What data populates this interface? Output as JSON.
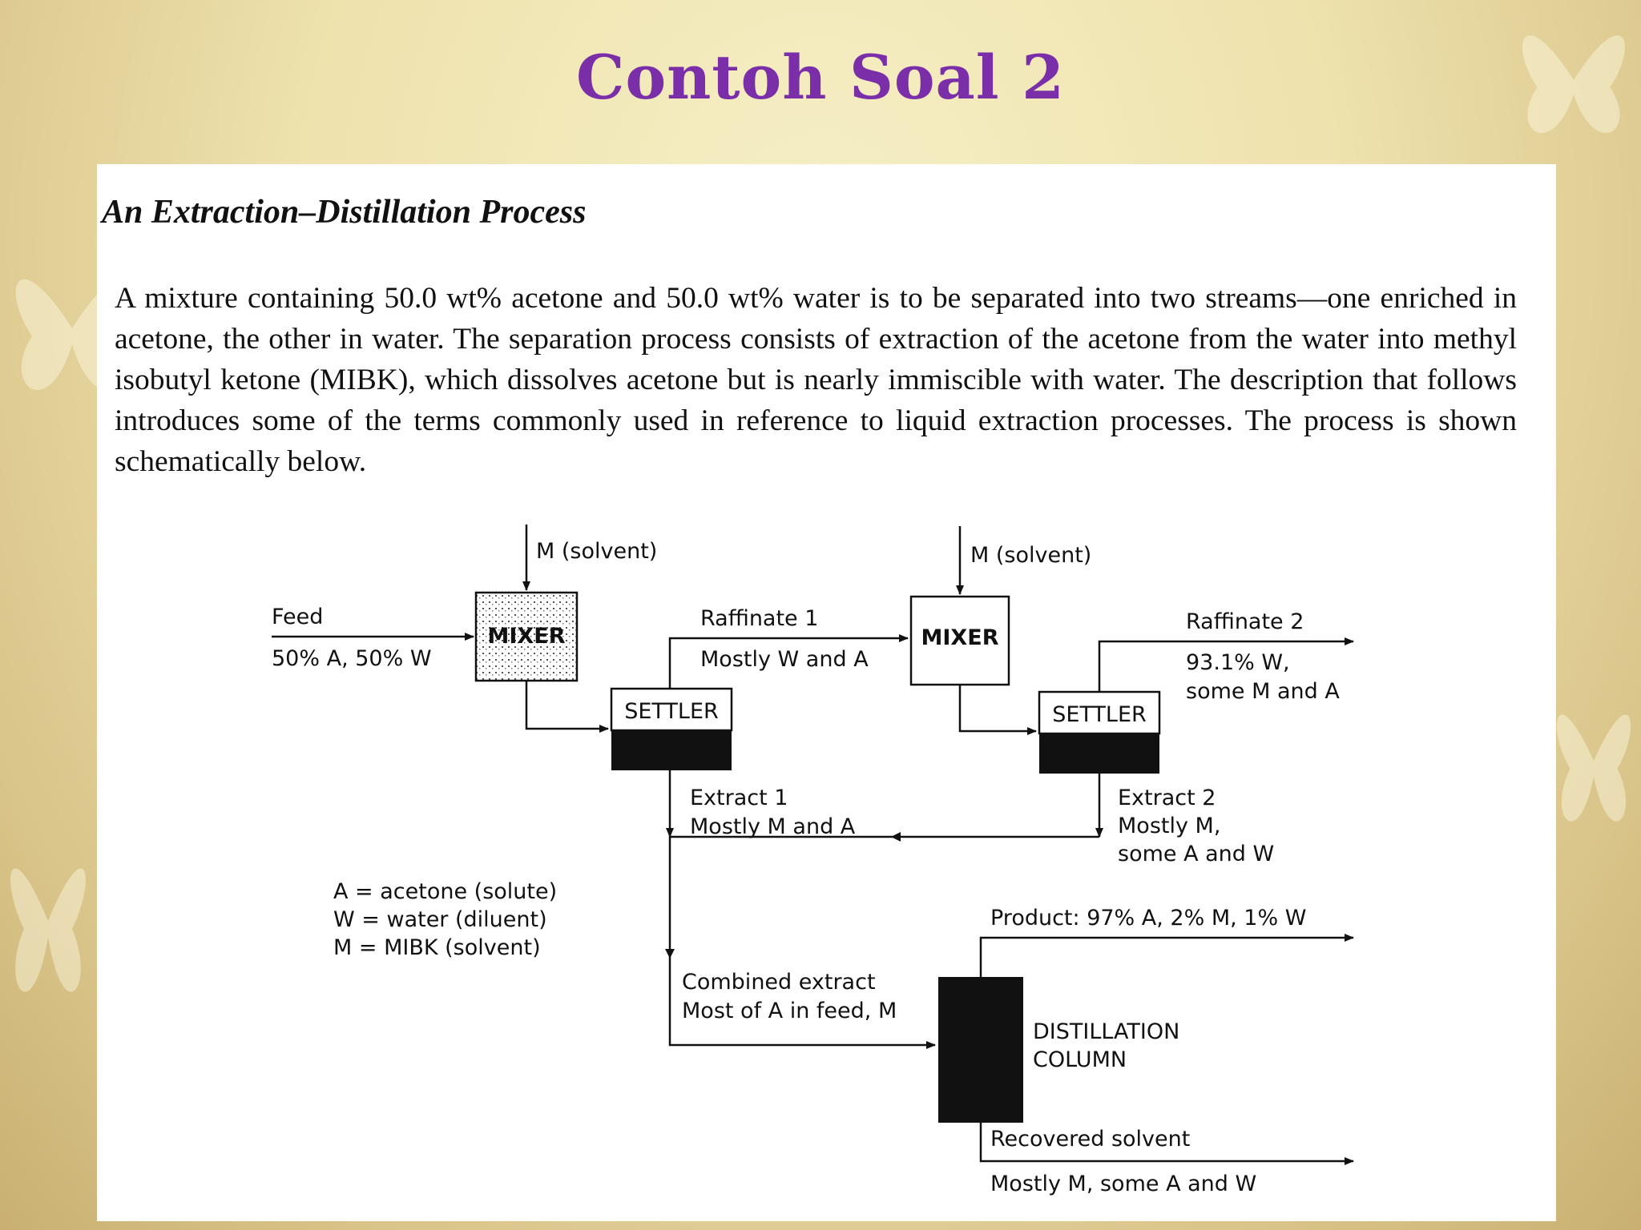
{
  "slide": {
    "title": "Contoh Soal 2"
  },
  "document": {
    "heading": "An Extraction–Distillation Process",
    "paragraph": "A mixture containing 50.0 wt% acetone and 50.0 wt% water is to be separated into two streams—one enriched in acetone, the other in water. The separation process consists of extraction of the acetone from the water into methyl isobutyl ketone (MIBK), which dissolves acetone but is nearly immiscible with water. The description that follows introduces some of the terms commonly used in reference to liquid extraction processes. The process is shown schematically below."
  },
  "diagram": {
    "units": {
      "mixer1": "MIXER",
      "mixer2": "MIXER",
      "settler1": "SETTLER",
      "settler2": "SETTLER",
      "column_line1": "DISTILLATION",
      "column_line2": "COLUMN"
    },
    "streams": {
      "solvent1": "M (solvent)",
      "solvent2": "M (solvent)",
      "feed_label": "Feed",
      "feed_comp": "50% A, 50% W",
      "raff1_label": "Raffinate 1",
      "raff1_comp": "Mostly W and A",
      "raff2_label": "Raffinate 2",
      "raff2_comp1": "93.1% W,",
      "raff2_comp2": "some M and A",
      "ext1_label": "Extract 1",
      "ext1_comp": "Mostly M and A",
      "ext2_label": "Extract 2",
      "ext2_comp1": "Mostly M,",
      "ext2_comp2": "some A and W",
      "combined_label": "Combined extract",
      "combined_comp": "Most of A in feed, M",
      "product": "Product:  97% A, 2% M, 1% W",
      "recovered_label": "Recovered solvent",
      "recovered_comp": "Mostly M, some A and W"
    },
    "legend": [
      "A = acetone (solute)",
      "W = water (diluent)",
      "M = MIBK (solvent)"
    ]
  }
}
